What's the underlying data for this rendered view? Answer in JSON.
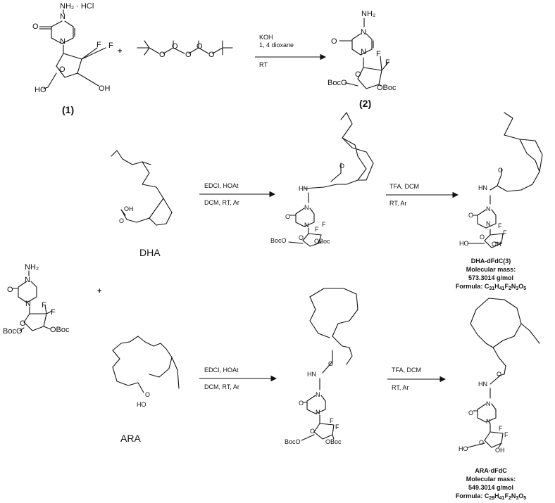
{
  "top_reaction": {
    "start_label": "(1)",
    "start_amine": "NH₂ · HCl",
    "start_oh1": "HO",
    "start_oh2": "OH",
    "reagent_plus": "+",
    "conditions": [
      "KOH",
      "1, 4 dioxane",
      "RT"
    ],
    "product_label": "(2)",
    "product_amine": "NH₂",
    "product_boc1": "BocO",
    "product_boc2": "OBoc"
  },
  "left_reagent": {
    "amine": "NH₂",
    "boc1": "BocO",
    "boc2": "OBoc",
    "plus": "+"
  },
  "dha_reaction": {
    "acid_name": "DHA",
    "acid_oh": "OH",
    "step1": [
      "EDCI, HOAt",
      "DCM, RT, Ar"
    ],
    "step2": [
      "TFA, DCM",
      "RT, Ar"
    ],
    "intermediate_hn": "HN",
    "intermediate_boc1": "BocO",
    "intermediate_boc2": "OBoc",
    "product_hn": "HN",
    "product_ho": "HO",
    "product_oh": "OH",
    "product_name": "DHA-dFdC(3)",
    "mass_label": "Molecular mass:",
    "mass_value": "573.3014 g/mol",
    "formula_label": "Formula:",
    "formula": [
      [
        "C",
        ""
      ],
      [
        "31",
        "sub"
      ],
      [
        "H",
        ""
      ],
      [
        "41",
        "sub"
      ],
      [
        "F",
        ""
      ],
      [
        "2",
        "sub"
      ],
      [
        "N",
        ""
      ],
      [
        "3",
        "sub"
      ],
      [
        "O",
        ""
      ],
      [
        "5",
        "sub"
      ]
    ]
  },
  "ara_reaction": {
    "acid_name": "ARA",
    "acid_oh": "HO",
    "step1": [
      "EDCI, HOAt",
      "DCM, RT, Ar"
    ],
    "step2": [
      "TFA, DCM",
      "RT, Ar"
    ],
    "intermediate_hn": "HN",
    "intermediate_boc1": "BocO",
    "intermediate_boc2": "OBoc",
    "product_hn": "HN",
    "product_ho": "HO",
    "product_oh": "OH",
    "product_name": "ARA-dFdC",
    "mass_label": "Molecular mass:",
    "mass_value": "549.3014 g/mol",
    "formula_label": "Formula:",
    "formula": [
      [
        "C",
        ""
      ],
      [
        "29",
        "sub"
      ],
      [
        "H",
        ""
      ],
      [
        "41",
        "sub"
      ],
      [
        "F",
        ""
      ],
      [
        "2",
        "sub"
      ],
      [
        "N",
        ""
      ],
      [
        "3",
        "sub"
      ],
      [
        "O",
        ""
      ],
      [
        "5",
        "sub"
      ]
    ]
  },
  "atoms": {
    "F": "F",
    "O": "O",
    "N": "N"
  }
}
